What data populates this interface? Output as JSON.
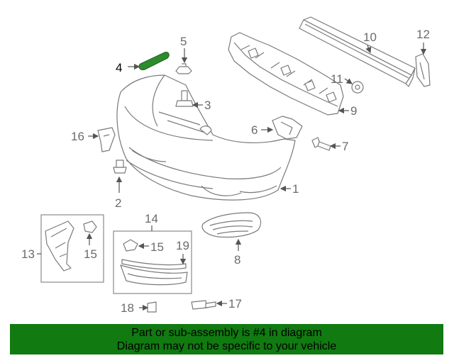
{
  "colors": {
    "banner": "#117a11",
    "highlight": "#2e8a2e",
    "line": "#7a7a7a",
    "text": "#6b6b6b"
  },
  "callouts": {
    "c1": "1",
    "c2": "2",
    "c3": "3",
    "c4": "4",
    "c5": "5",
    "c6": "6",
    "c7": "7",
    "c8": "8",
    "c9": "9",
    "c10": "10",
    "c11": "11",
    "c12": "12",
    "c13": "13",
    "c14": "14",
    "c15a": "15",
    "c15b": "15",
    "c16": "16",
    "c17": "17",
    "c18": "18",
    "c19": "19"
  },
  "banner": {
    "line1": "Part or sub-assembly is #4 in diagram",
    "line2": "Diagram may not be specific to your vehicle"
  }
}
